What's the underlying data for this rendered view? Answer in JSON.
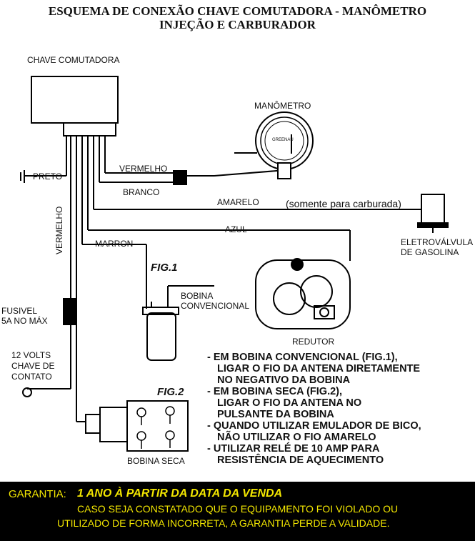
{
  "title": {
    "line1": "ESQUEMA DE CONEXÃO CHAVE COMUTADORA - MANÔMETRO",
    "line2": "INJEÇÃO E CARBURADOR"
  },
  "labels": {
    "chave_comutadora": "CHAVE COMUTADORA",
    "manometro": "MANÔMETRO",
    "manometro_brand": "GREENAU",
    "vermelho_h": "VERMELHO",
    "branco": "BRANCO",
    "preto": "PRETO",
    "amarelo": "AMARELO",
    "somente": "(somente para carburada)",
    "azul": "AZUL",
    "marron": "MARRON",
    "vermelho_v": "VERMELHO",
    "eletrovalvula_1": "ELETROVÁLVULA",
    "eletrovalvula_2": "DE GASOLINA",
    "fig1": "FIG.1",
    "bobina_conv_1": "BOBINA",
    "bobina_conv_2": "CONVENCIONAL",
    "redutor": "REDUTOR",
    "fusivel_1": "FUSIVEL",
    "fusivel_2": "5A NO MÁX",
    "volts_1": "12 VOLTS",
    "volts_2": "CHAVE DE",
    "volts_3": "CONTATO",
    "fig2": "FIG.2",
    "bobina_seca": "BOBINA SECA"
  },
  "notes": [
    {
      "bullet": "- EM BOBINA CONVENCIONAL (FIG.1),",
      "lines": [
        "LIGAR O FIO DA ANTENA DIRETAMENTE",
        "NO NEGATIVO DA BOBINA"
      ]
    },
    {
      "bullet": "- EM BOBINA SECA (FIG.2),",
      "lines": [
        "LIGAR O FIO DA ANTENA NO",
        "PULSANTE DA BOBINA"
      ]
    },
    {
      "bullet": "- QUANDO UTILIZAR EMULADOR DE BICO,",
      "lines": [
        "NÃO UTILIZAR O FIO AMARELO"
      ]
    },
    {
      "bullet": "- UTILIZAR RELÉ DE 10 AMP PARA",
      "lines": [
        "RESISTÊNCIA DE AQUECIMENTO"
      ]
    }
  ],
  "footer": {
    "label": "GARANTIA:",
    "highlight": "1 ANO À PARTIR DA DATA DA VENDA",
    "line2": "CASO SEJA CONSTATADO QUE O EQUIPAMENTO FOI VIOLADO OU",
    "line3": "UTILIZADO DE FORMA INCORRETA, A GARANTIA PERDE A VALIDADE."
  },
  "colors": {
    "wire": "#000000",
    "footer_bg": "#000000",
    "footer_text": "#f2e600"
  }
}
